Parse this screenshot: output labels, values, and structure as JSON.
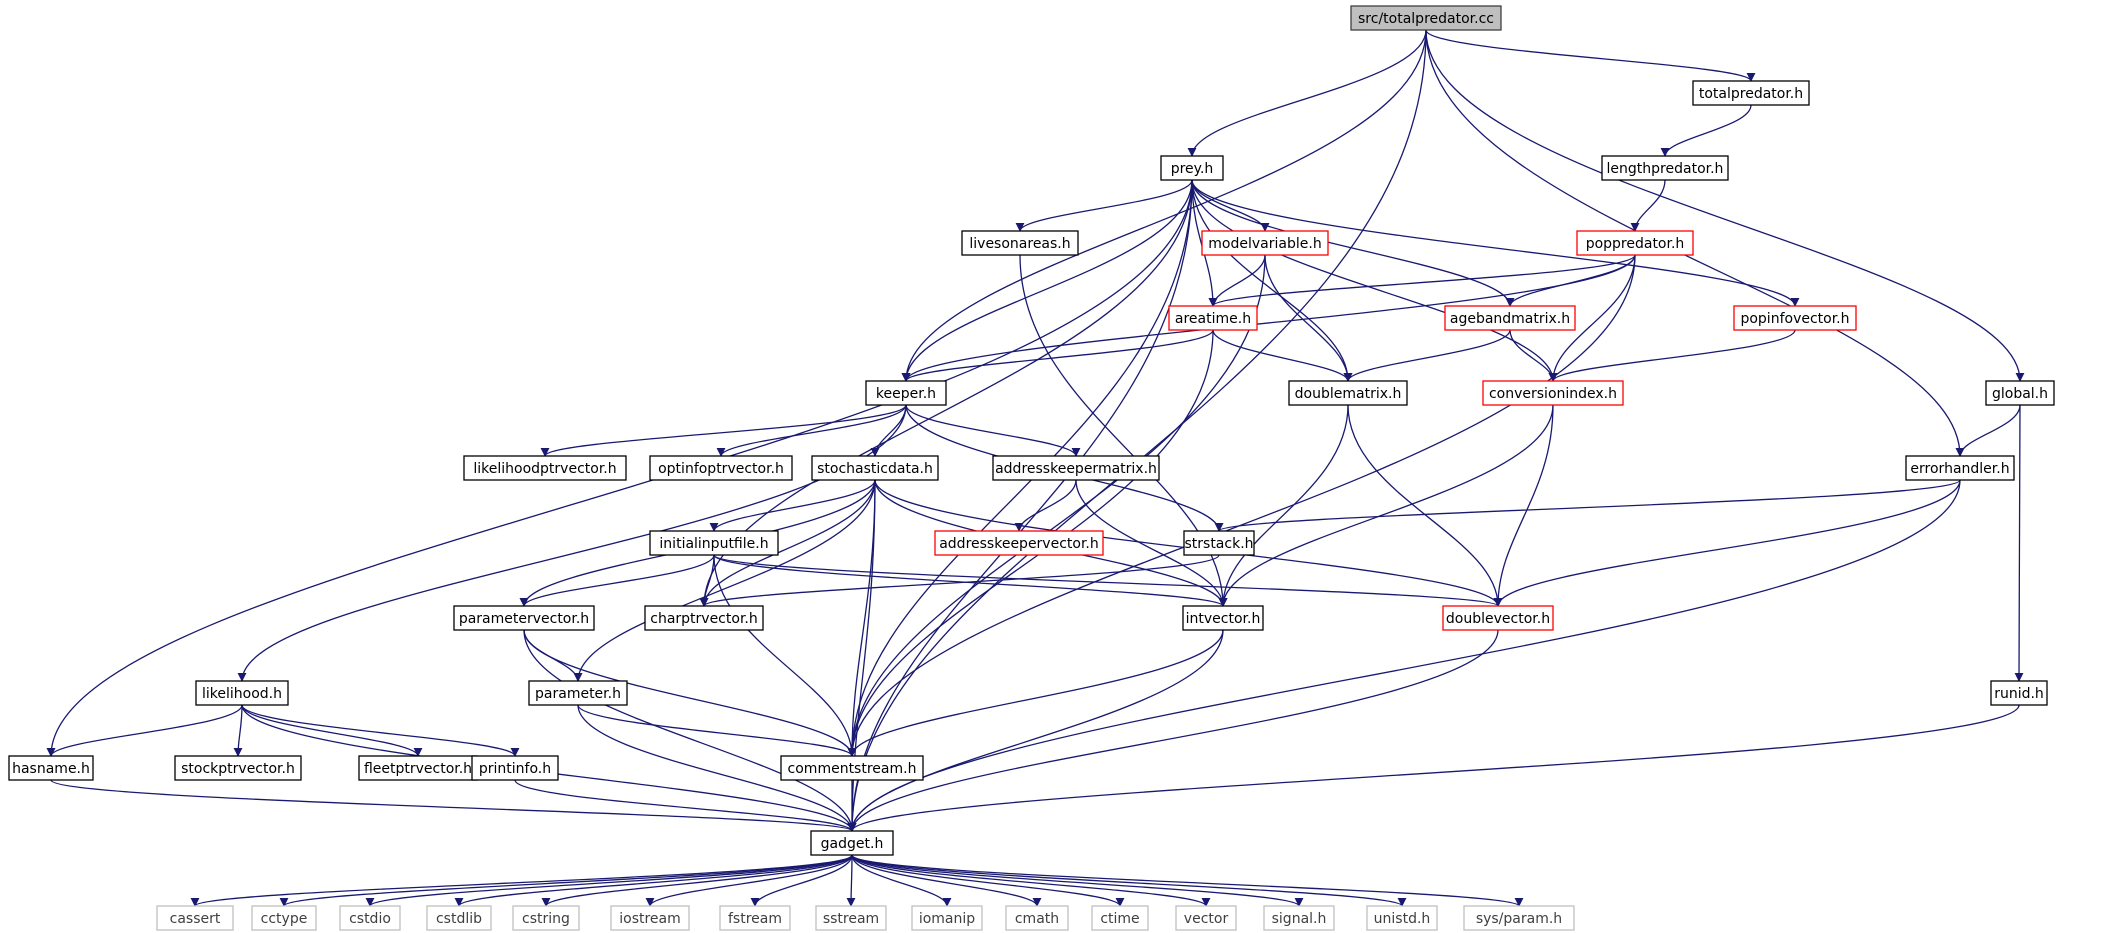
{
  "graph": {
    "nodes": [
      {
        "id": "totalpredator_cc",
        "label": "src/totalpredator.cc",
        "style": "focus"
      },
      {
        "id": "totalpredator_h",
        "label": "totalpredator.h",
        "style": "normal"
      },
      {
        "id": "lengthpredator_h",
        "label": "lengthpredator.h",
        "style": "normal"
      },
      {
        "id": "prey_h",
        "label": "prey.h",
        "style": "normal"
      },
      {
        "id": "livesonareas_h",
        "label": "livesonareas.h",
        "style": "normal"
      },
      {
        "id": "modelvariable_h",
        "label": "modelvariable.h",
        "style": "red"
      },
      {
        "id": "poppredator_h",
        "label": "poppredator.h",
        "style": "red"
      },
      {
        "id": "areatime_h",
        "label": "areatime.h",
        "style": "red"
      },
      {
        "id": "agebandmatrix_h",
        "label": "agebandmatrix.h",
        "style": "red"
      },
      {
        "id": "popinfovector_h",
        "label": "popinfovector.h",
        "style": "red"
      },
      {
        "id": "keeper_h",
        "label": "keeper.h",
        "style": "normal"
      },
      {
        "id": "doublematrix_h",
        "label": "doublematrix.h",
        "style": "normal"
      },
      {
        "id": "conversionindex_h",
        "label": "conversionindex.h",
        "style": "red"
      },
      {
        "id": "global_h",
        "label": "global.h",
        "style": "normal"
      },
      {
        "id": "likelihoodptrvector_h",
        "label": "likelihoodptrvector.h",
        "style": "normal"
      },
      {
        "id": "optinfoptrvector_h",
        "label": "optinfoptrvector.h",
        "style": "normal"
      },
      {
        "id": "stochasticdata_h",
        "label": "stochasticdata.h",
        "style": "normal"
      },
      {
        "id": "addresskeepermatrix_h",
        "label": "addresskeepermatrix.h",
        "style": "normal"
      },
      {
        "id": "errorhandler_h",
        "label": "errorhandler.h",
        "style": "normal"
      },
      {
        "id": "addresskeepervector_h",
        "label": "addresskeepervector.h",
        "style": "red"
      },
      {
        "id": "initialinputfile_h",
        "label": "initialinputfile.h",
        "style": "normal"
      },
      {
        "id": "strstack_h",
        "label": "strstack.h",
        "style": "normal"
      },
      {
        "id": "parametervector_h",
        "label": "parametervector.h",
        "style": "normal"
      },
      {
        "id": "charptrvector_h",
        "label": "charptrvector.h",
        "style": "normal"
      },
      {
        "id": "intvector_h",
        "label": "intvector.h",
        "style": "normal"
      },
      {
        "id": "doublevector_h",
        "label": "doublevector.h",
        "style": "red"
      },
      {
        "id": "likelihood_h",
        "label": "likelihood.h",
        "style": "normal"
      },
      {
        "id": "parameter_h",
        "label": "parameter.h",
        "style": "normal"
      },
      {
        "id": "runid_h",
        "label": "runid.h",
        "style": "normal"
      },
      {
        "id": "hasname_h",
        "label": "hasname.h",
        "style": "normal"
      },
      {
        "id": "stockptrvector_h",
        "label": "stockptrvector.h",
        "style": "normal"
      },
      {
        "id": "fleetptrvector_h",
        "label": "fleetptrvector.h",
        "style": "normal"
      },
      {
        "id": "printinfo_h",
        "label": "printinfo.h",
        "style": "normal"
      },
      {
        "id": "commentstream_h",
        "label": "commentstream.h",
        "style": "normal"
      },
      {
        "id": "gadget_h",
        "label": "gadget.h",
        "style": "normal"
      },
      {
        "id": "cassert",
        "label": "cassert",
        "style": "sys"
      },
      {
        "id": "cctype",
        "label": "cctype",
        "style": "sys"
      },
      {
        "id": "cstdio",
        "label": "cstdio",
        "style": "sys"
      },
      {
        "id": "cstdlib",
        "label": "cstdlib",
        "style": "sys"
      },
      {
        "id": "cstring",
        "label": "cstring",
        "style": "sys"
      },
      {
        "id": "iostream",
        "label": "iostream",
        "style": "sys"
      },
      {
        "id": "fstream",
        "label": "fstream",
        "style": "sys"
      },
      {
        "id": "sstream",
        "label": "sstream",
        "style": "sys"
      },
      {
        "id": "iomanip",
        "label": "iomanip",
        "style": "sys"
      },
      {
        "id": "cmath",
        "label": "cmath",
        "style": "sys"
      },
      {
        "id": "ctime",
        "label": "ctime",
        "style": "sys"
      },
      {
        "id": "vector",
        "label": "vector",
        "style": "sys"
      },
      {
        "id": "signal_h",
        "label": "signal.h",
        "style": "sys"
      },
      {
        "id": "unistd_h",
        "label": "unistd.h",
        "style": "sys"
      },
      {
        "id": "sys_param_h",
        "label": "sys/param.h",
        "style": "sys"
      }
    ],
    "edges": [
      [
        "totalpredator_cc",
        "totalpredator_h"
      ],
      [
        "totalpredator_cc",
        "prey_h"
      ],
      [
        "totalpredator_cc",
        "keeper_h"
      ],
      [
        "totalpredator_cc",
        "errorhandler_h"
      ],
      [
        "totalpredator_cc",
        "global_h"
      ],
      [
        "totalpredator_cc",
        "gadget_h"
      ],
      [
        "totalpredator_h",
        "lengthpredator_h"
      ],
      [
        "lengthpredator_h",
        "poppredator_h"
      ],
      [
        "prey_h",
        "livesonareas_h"
      ],
      [
        "prey_h",
        "modelvariable_h"
      ],
      [
        "prey_h",
        "areatime_h"
      ],
      [
        "prey_h",
        "agebandmatrix_h"
      ],
      [
        "prey_h",
        "popinfovector_h"
      ],
      [
        "prey_h",
        "conversionindex_h"
      ],
      [
        "prey_h",
        "doublematrix_h"
      ],
      [
        "prey_h",
        "keeper_h"
      ],
      [
        "prey_h",
        "hasname_h"
      ],
      [
        "prey_h",
        "charptrvector_h"
      ],
      [
        "prey_h",
        "commentstream_h"
      ],
      [
        "prey_h",
        "gadget_h"
      ],
      [
        "livesonareas_h",
        "intvector_h"
      ],
      [
        "modelvariable_h",
        "areatime_h"
      ],
      [
        "modelvariable_h",
        "doublematrix_h"
      ],
      [
        "modelvariable_h",
        "commentstream_h"
      ],
      [
        "poppredator_h",
        "areatime_h"
      ],
      [
        "poppredator_h",
        "agebandmatrix_h"
      ],
      [
        "poppredator_h",
        "conversionindex_h"
      ],
      [
        "poppredator_h",
        "keeper_h"
      ],
      [
        "poppredator_h",
        "commentstream_h"
      ],
      [
        "areatime_h",
        "keeper_h"
      ],
      [
        "areatime_h",
        "doublematrix_h"
      ],
      [
        "areatime_h",
        "commentstream_h"
      ],
      [
        "agebandmatrix_h",
        "doublematrix_h"
      ],
      [
        "agebandmatrix_h",
        "conversionindex_h"
      ],
      [
        "popinfovector_h",
        "conversionindex_h"
      ],
      [
        "doublematrix_h",
        "intvector_h"
      ],
      [
        "doublematrix_h",
        "doublevector_h"
      ],
      [
        "conversionindex_h",
        "intvector_h"
      ],
      [
        "conversionindex_h",
        "doublevector_h"
      ],
      [
        "global_h",
        "errorhandler_h"
      ],
      [
        "global_h",
        "runid_h"
      ],
      [
        "keeper_h",
        "likelihoodptrvector_h"
      ],
      [
        "keeper_h",
        "optinfoptrvector_h"
      ],
      [
        "keeper_h",
        "stochasticdata_h"
      ],
      [
        "keeper_h",
        "addresskeepermatrix_h"
      ],
      [
        "keeper_h",
        "strstack_h"
      ],
      [
        "keeper_h",
        "likelihood_h"
      ],
      [
        "stochasticdata_h",
        "initialinputfile_h"
      ],
      [
        "stochasticdata_h",
        "parametervector_h"
      ],
      [
        "stochasticdata_h",
        "charptrvector_h"
      ],
      [
        "stochasticdata_h",
        "intvector_h"
      ],
      [
        "stochasticdata_h",
        "doublevector_h"
      ],
      [
        "stochasticdata_h",
        "parameter_h"
      ],
      [
        "stochasticdata_h",
        "commentstream_h"
      ],
      [
        "stochasticdata_h",
        "gadget_h"
      ],
      [
        "addresskeepermatrix_h",
        "addresskeepervector_h"
      ],
      [
        "addresskeepermatrix_h",
        "intvector_h"
      ],
      [
        "errorhandler_h",
        "strstack_h"
      ],
      [
        "errorhandler_h",
        "doublevector_h"
      ],
      [
        "errorhandler_h",
        "gadget_h"
      ],
      [
        "initialinputfile_h",
        "parametervector_h"
      ],
      [
        "initialinputfile_h",
        "charptrvector_h"
      ],
      [
        "initialinputfile_h",
        "intvector_h"
      ],
      [
        "initialinputfile_h",
        "doublevector_h"
      ],
      [
        "initialinputfile_h",
        "commentstream_h"
      ],
      [
        "strstack_h",
        "charptrvector_h"
      ],
      [
        "parametervector_h",
        "parameter_h"
      ],
      [
        "parametervector_h",
        "commentstream_h"
      ],
      [
        "parametervector_h",
        "gadget_h"
      ],
      [
        "intvector_h",
        "commentstream_h"
      ],
      [
        "intvector_h",
        "gadget_h"
      ],
      [
        "doublevector_h",
        "gadget_h"
      ],
      [
        "likelihood_h",
        "hasname_h"
      ],
      [
        "likelihood_h",
        "stockptrvector_h"
      ],
      [
        "likelihood_h",
        "fleetptrvector_h"
      ],
      [
        "likelihood_h",
        "printinfo_h"
      ],
      [
        "likelihood_h",
        "gadget_h"
      ],
      [
        "parameter_h",
        "commentstream_h"
      ],
      [
        "parameter_h",
        "gadget_h"
      ],
      [
        "runid_h",
        "gadget_h"
      ],
      [
        "hasname_h",
        "gadget_h"
      ],
      [
        "printinfo_h",
        "gadget_h"
      ],
      [
        "commentstream_h",
        "gadget_h"
      ],
      [
        "gadget_h",
        "cassert"
      ],
      [
        "gadget_h",
        "cctype"
      ],
      [
        "gadget_h",
        "cstdio"
      ],
      [
        "gadget_h",
        "cstdlib"
      ],
      [
        "gadget_h",
        "cstring"
      ],
      [
        "gadget_h",
        "iostream"
      ],
      [
        "gadget_h",
        "fstream"
      ],
      [
        "gadget_h",
        "sstream"
      ],
      [
        "gadget_h",
        "iomanip"
      ],
      [
        "gadget_h",
        "cmath"
      ],
      [
        "gadget_h",
        "ctime"
      ],
      [
        "gadget_h",
        "vector"
      ],
      [
        "gadget_h",
        "signal_h"
      ],
      [
        "gadget_h",
        "unistd_h"
      ],
      [
        "gadget_h",
        "sys_param_h"
      ]
    ]
  }
}
